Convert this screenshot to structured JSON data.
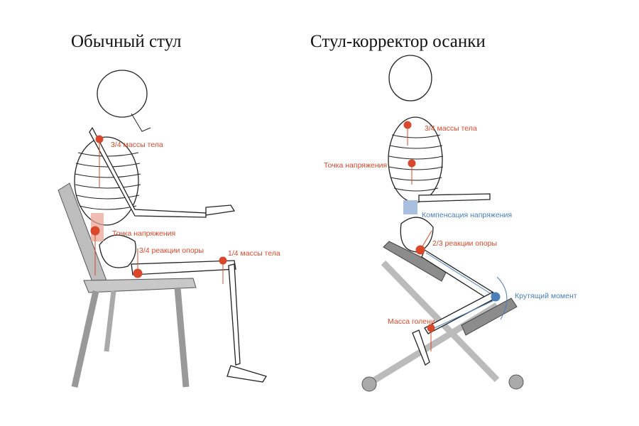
{
  "titles": {
    "left": "Обычный стул",
    "right": "Стул-корректор осанки"
  },
  "left_labels": {
    "mass_upper": "3/4 массы тела",
    "stress_point": "Точка напряжения",
    "support_reaction": "3/4 реакции опоры",
    "mass_lower": "1/4 массы тела"
  },
  "right_labels": {
    "mass_upper": "3/4 массы тела",
    "stress_point": "Точка напряжения",
    "compensation": "Компенсация напряжения",
    "support_reaction": "2/3 реакции опоры",
    "torque": "Крутящий момент",
    "shin_mass": "Масса голени"
  },
  "colors": {
    "force": "#d9482b",
    "compensation": "#4a7fb8",
    "chair": "#8c8c8c"
  }
}
